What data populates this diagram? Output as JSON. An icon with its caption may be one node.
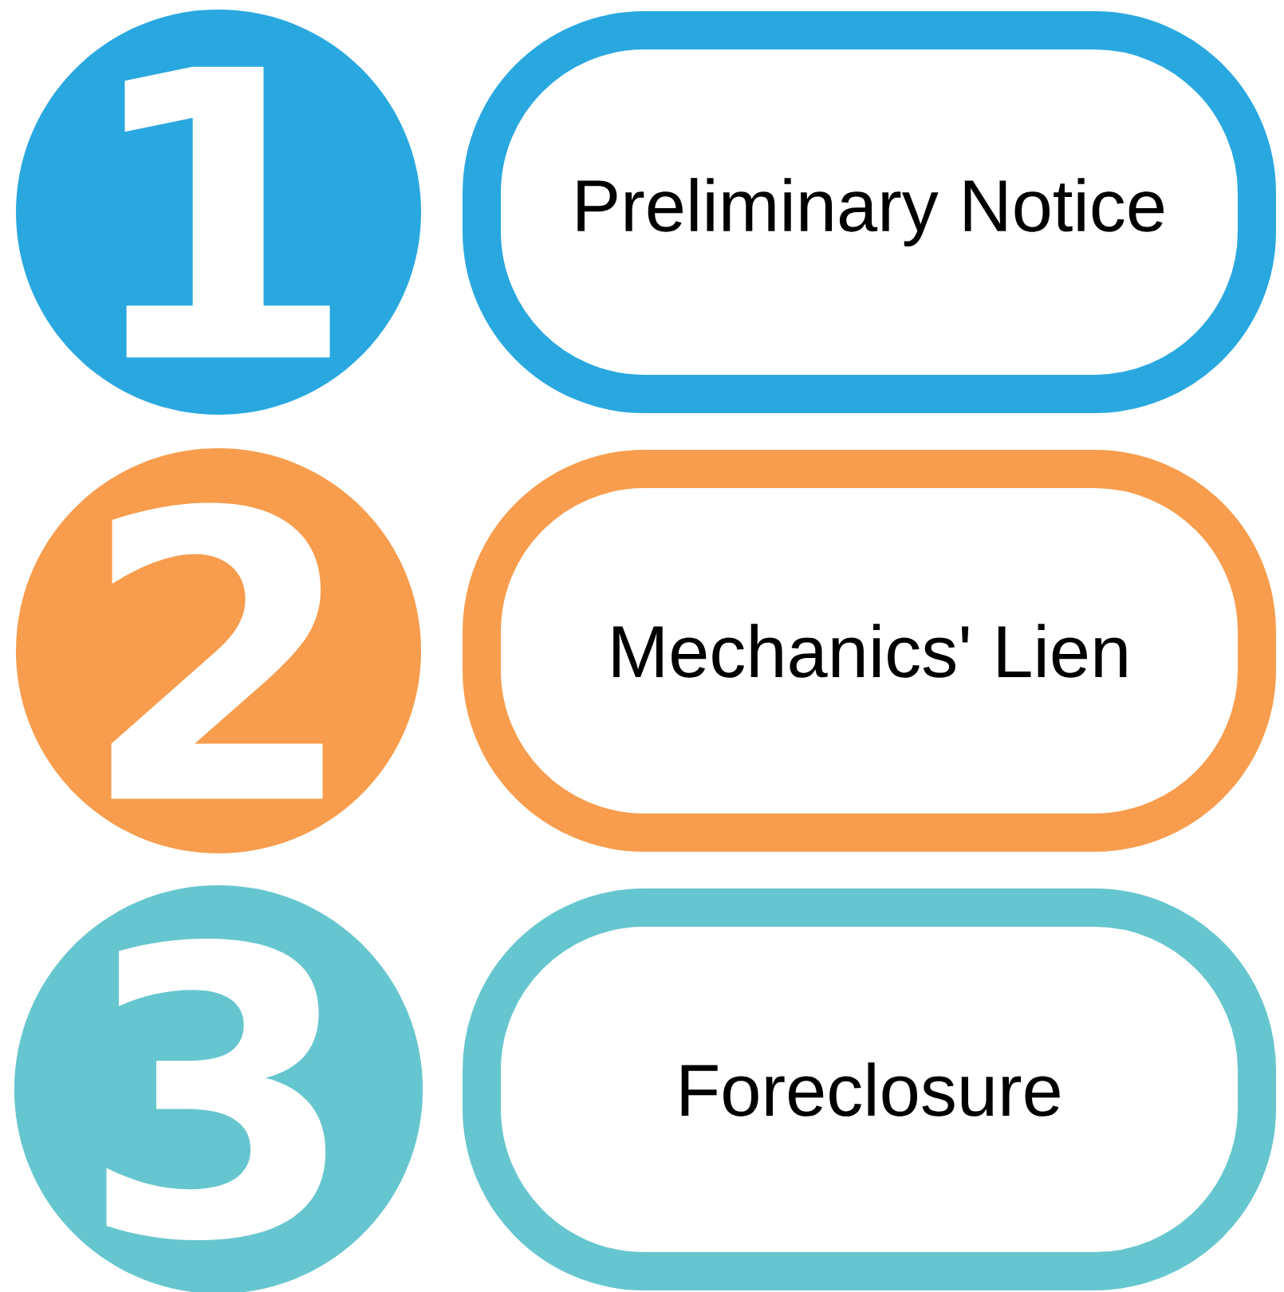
{
  "diagram": {
    "nodes": [
      {
        "text": [
          "1"
        ]
      },
      {
        "text": [
          "Preliminary Notice"
        ]
      },
      {
        "text": [
          "2"
        ]
      },
      {
        "text": [
          "Mechanics' Lien"
        ]
      },
      {
        "text": [
          "3"
        ]
      },
      {
        "text": [
          "Foreclosure"
        ]
      }
    ]
  }
}
